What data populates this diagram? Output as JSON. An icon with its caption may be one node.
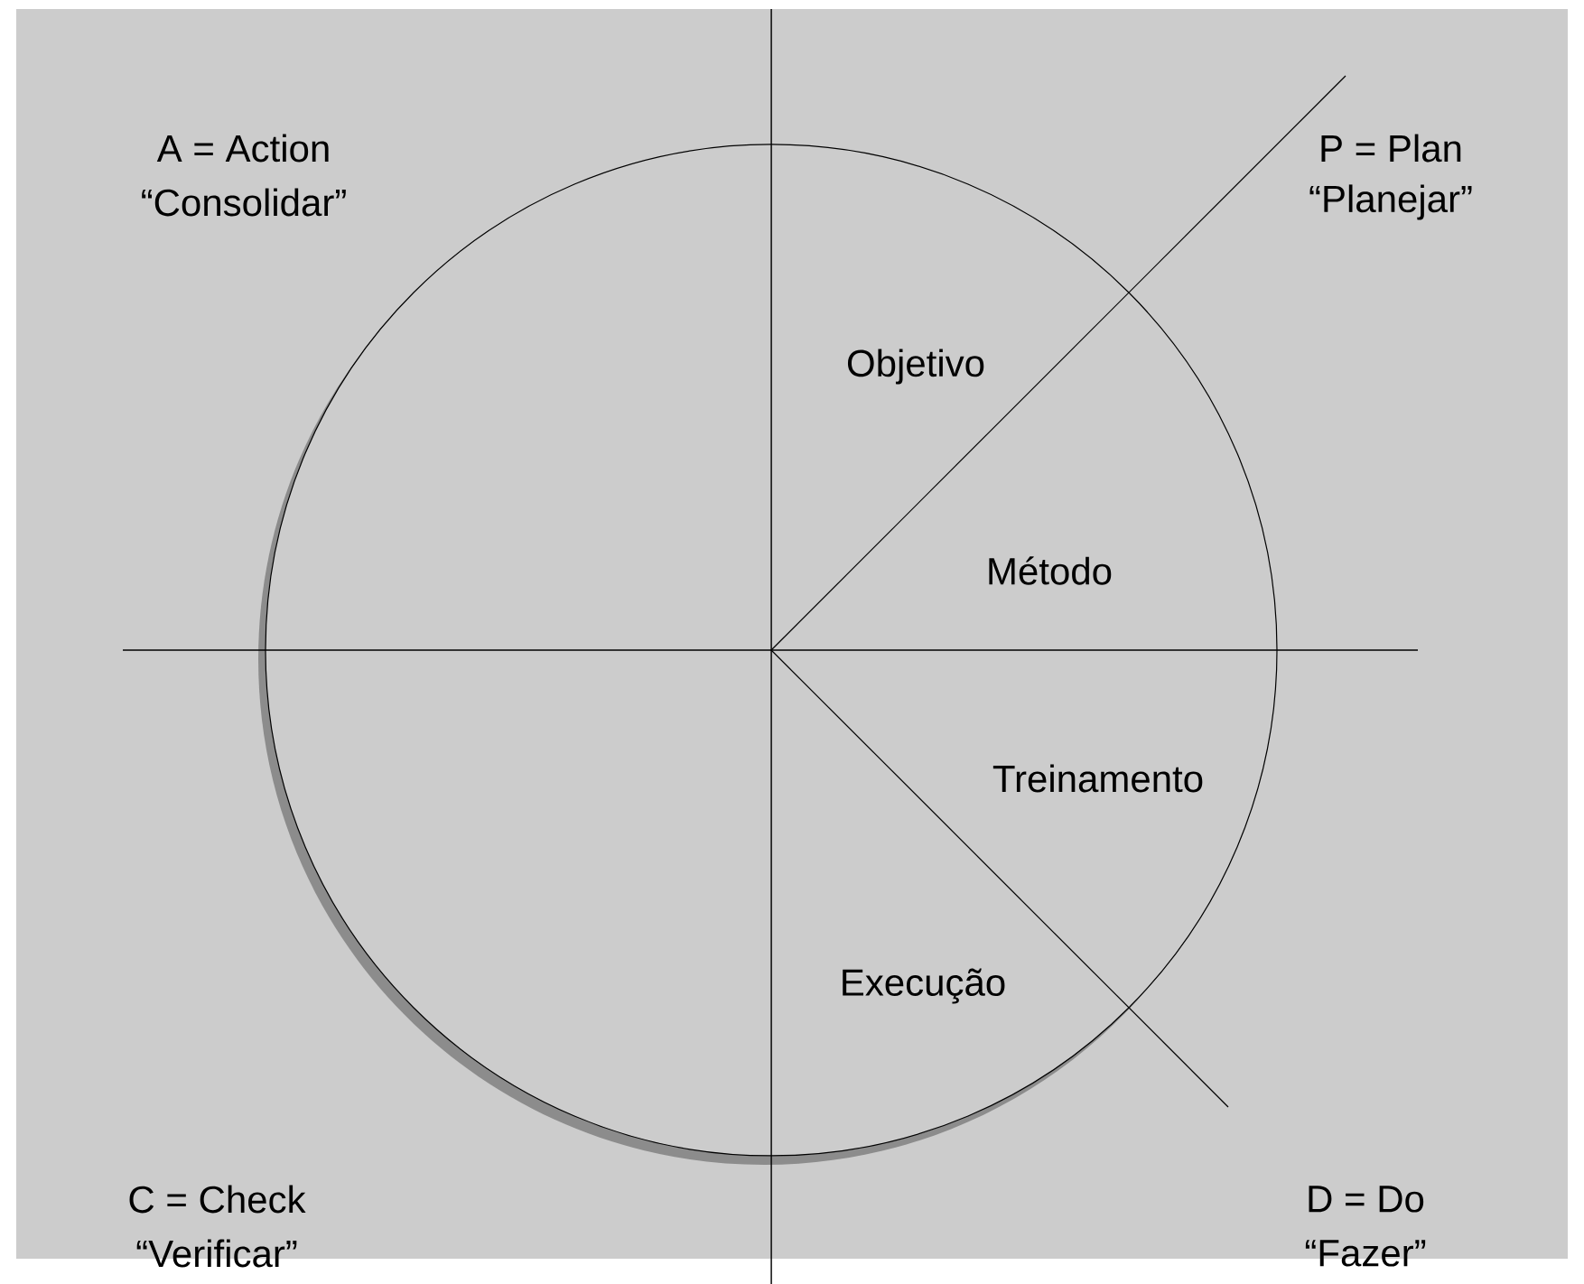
{
  "diagram": {
    "labels": [
      "A = Action",
      "P = Plan",
      "“Consolidar”",
      "“Planejar”",
      "Objetivo",
      "Método",
      "Treinamento",
      "Execução",
      "C = Check",
      "D = Do",
      "“Verificar”",
      "“Fazer”"
    ]
  }
}
